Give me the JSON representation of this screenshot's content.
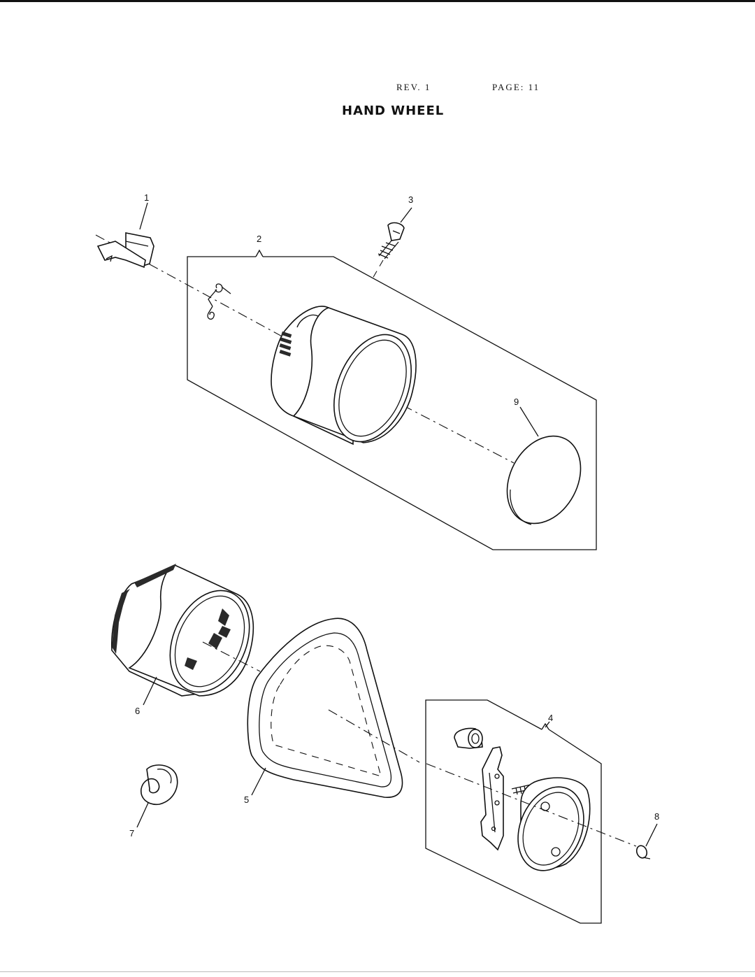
{
  "header": {
    "rev": "REV. 1",
    "page": "PAGE: 11"
  },
  "title": "HAND WHEEL",
  "callouts": {
    "c1": "1",
    "c2": "2",
    "c3": "3",
    "c4": "4",
    "c5": "5",
    "c6": "6",
    "c7": "7",
    "c8": "8",
    "c9": "9"
  }
}
